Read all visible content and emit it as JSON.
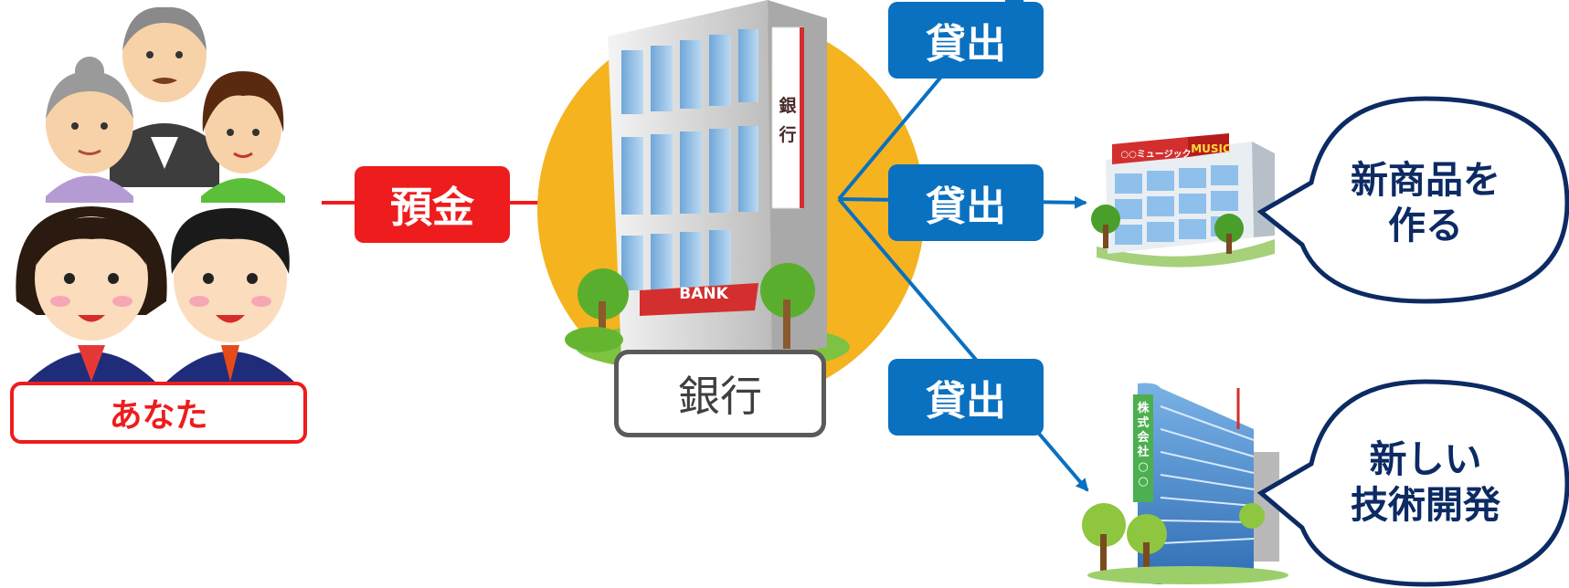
{
  "labels": {
    "you": "あなた",
    "deposit": "預金",
    "bank": "銀行",
    "loan_1": "貸出",
    "loan_2": "貸出",
    "loan_3": "貸出",
    "bubble_product_line1": "新商品を",
    "bubble_product_line2": "作る",
    "bubble_tech_line1": "新しい",
    "bubble_tech_line2": "技術開発"
  },
  "illustration_text": {
    "bank_vertical_sign": "銀行",
    "bank_banner": "BANK",
    "shop_sign": "○○ミュージック",
    "shop_sign_en": "MUSIC",
    "corp_sign": "株式会社○○"
  },
  "colors": {
    "deposit": "#ee1c1c",
    "loan": "#0a70c0",
    "bubble_stroke": "#0c2a63",
    "bank_circle": "#f5b320"
  }
}
